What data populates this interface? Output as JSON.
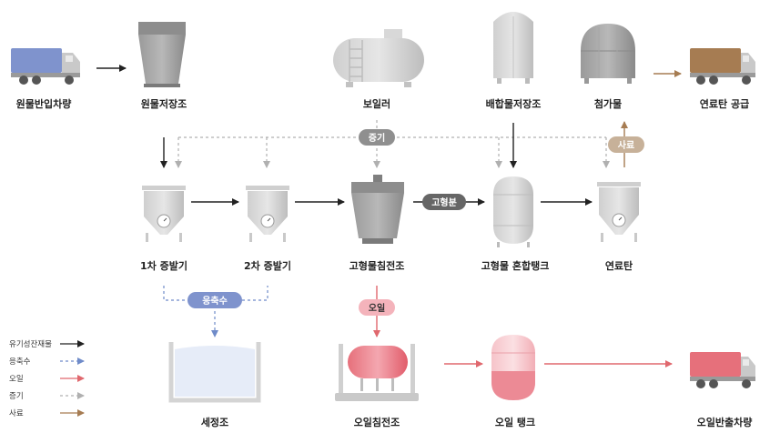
{
  "nodes": {
    "raw_truck": "원물반입차량",
    "raw_storage": "원물저장조",
    "boiler": "보일러",
    "mix_storage": "배합물저장조",
    "additive": "첨가물",
    "fuel_supply": "연료탄 공급",
    "evap1": "1차 증발기",
    "evap2": "2차 증발기",
    "solid_settle": "고형물침전조",
    "solid_mix": "고형물 혼합탱크",
    "fuel": "연료탄",
    "wash": "세정조",
    "oil_settle": "오일침전조",
    "oil_tank": "오일 탱크",
    "oil_truck": "오일반출차량"
  },
  "pills": {
    "steam": "증기",
    "feed": "사료",
    "solid": "고형분",
    "condensate": "응축수",
    "oil": "오일"
  },
  "legend": [
    {
      "label": "유기성잔재물",
      "color": "#222222",
      "style": "solid"
    },
    {
      "label": "응축수",
      "color": "#6f8bc9",
      "style": "dashed"
    },
    {
      "label": "오일",
      "color": "#e0686e",
      "style": "solid"
    },
    {
      "label": "증기",
      "color": "#b0b0b0",
      "style": "dashed"
    },
    {
      "label": "사료",
      "color": "#a67c52",
      "style": "solid"
    }
  ],
  "colors": {
    "organic": "#222222",
    "condensate": "#6f8bc9",
    "oil": "#e0686e",
    "steam": "#b0b0b0",
    "feed": "#a67c52"
  }
}
